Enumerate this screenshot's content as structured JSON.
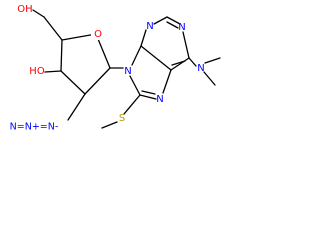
{
  "molecule": {
    "labels": {
      "hydroxymethyl_oh": "OH",
      "ring_hydroxyl": "HO",
      "ring_oxygen": "O",
      "azide": "N=N+=N-",
      "n9": "N",
      "n7": "N",
      "n3": "N",
      "n1": "N",
      "dimethylamino_n": "N",
      "thioether_s": "S"
    },
    "colors": {
      "bond": "#000000",
      "oxygen": "#ff0000",
      "nitrogen": "#0000ff",
      "sulfur": "#b8a000",
      "background": "#ffffff"
    }
  }
}
